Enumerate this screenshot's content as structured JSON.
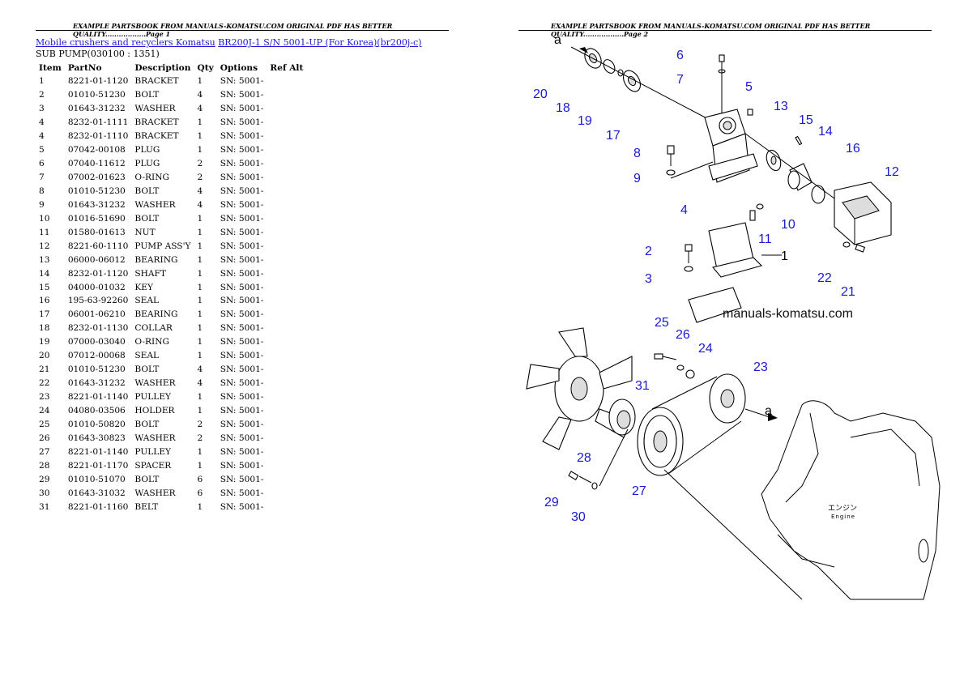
{
  "header": {
    "left": "EXAMPLE PARTSBOOK FROM MANUALS-KOMATSU.COM ORIGINAL PDF HAS BETTER QUALITY..................Page 1",
    "right": "EXAMPLE PARTSBOOK FROM MANUALS-KOMATSU.COM ORIGINAL PDF HAS BETTER QUALITY..................Page 2"
  },
  "breadcrumb": {
    "link1": "Mobile crushers and recyclers Komatsu",
    "link2": "BR200J-1 S/N 5001-UP (For Korea)(br200j-c)"
  },
  "subtitle": "SUB PUMP(030100 : 1351)",
  "table": {
    "headers": [
      "Item",
      "PartNo",
      "Description",
      "Qty",
      "Options",
      "Ref Alt"
    ],
    "rows": [
      [
        "1",
        "8221-01-1120",
        "BRACKET",
        "1",
        "SN: 5001-"
      ],
      [
        "2",
        "01010-51230",
        "BOLT",
        "4",
        "SN: 5001-"
      ],
      [
        "3",
        "01643-31232",
        "WASHER",
        "4",
        "SN: 5001-"
      ],
      [
        "4",
        "8232-01-1111",
        "BRACKET",
        "1",
        "SN: 5001-"
      ],
      [
        "4",
        "8232-01-1110",
        "BRACKET",
        "1",
        "SN: 5001-"
      ],
      [
        "5",
        "07042-00108",
        "PLUG",
        "1",
        "SN: 5001-"
      ],
      [
        "6",
        "07040-11612",
        "PLUG",
        "2",
        "SN: 5001-"
      ],
      [
        "7",
        "07002-01623",
        "O-RING",
        "2",
        "SN: 5001-"
      ],
      [
        "8",
        "01010-51230",
        "BOLT",
        "4",
        "SN: 5001-"
      ],
      [
        "9",
        "01643-31232",
        "WASHER",
        "4",
        "SN: 5001-"
      ],
      [
        "10",
        "01016-51690",
        "BOLT",
        "1",
        "SN: 5001-"
      ],
      [
        "11",
        "01580-01613",
        "NUT",
        "1",
        "SN: 5001-"
      ],
      [
        "12",
        "8221-60-1110",
        "PUMP ASS'Y",
        "1",
        "SN: 5001-"
      ],
      [
        "13",
        "06000-06012",
        "BEARING",
        "1",
        "SN: 5001-"
      ],
      [
        "14",
        "8232-01-1120",
        "SHAFT",
        "1",
        "SN: 5001-"
      ],
      [
        "15",
        "04000-01032",
        "KEY",
        "1",
        "SN: 5001-"
      ],
      [
        "16",
        "195-63-92260",
        "SEAL",
        "1",
        "SN: 5001-"
      ],
      [
        "17",
        "06001-06210",
        "BEARING",
        "1",
        "SN: 5001-"
      ],
      [
        "18",
        "8232-01-1130",
        "COLLAR",
        "1",
        "SN: 5001-"
      ],
      [
        "19",
        "07000-03040",
        "O-RING",
        "1",
        "SN: 5001-"
      ],
      [
        "20",
        "07012-00068",
        "SEAL",
        "1",
        "SN: 5001-"
      ],
      [
        "21",
        "01010-51230",
        "BOLT",
        "4",
        "SN: 5001-"
      ],
      [
        "22",
        "01643-31232",
        "WASHER",
        "4",
        "SN: 5001-"
      ],
      [
        "23",
        "8221-01-1140",
        "PULLEY",
        "1",
        "SN: 5001-"
      ],
      [
        "24",
        "04080-03506",
        "HOLDER",
        "1",
        "SN: 5001-"
      ],
      [
        "25",
        "01010-50820",
        "BOLT",
        "2",
        "SN: 5001-"
      ],
      [
        "26",
        "01643-30823",
        "WASHER",
        "2",
        "SN: 5001-"
      ],
      [
        "27",
        "8221-01-1140",
        "PULLEY",
        "1",
        "SN: 5001-"
      ],
      [
        "28",
        "8221-01-1170",
        "SPACER",
        "1",
        "SN: 5001-"
      ],
      [
        "29",
        "01010-51070",
        "BOLT",
        "6",
        "SN: 5001-"
      ],
      [
        "30",
        "01643-31032",
        "WASHER",
        "6",
        "SN: 5001-"
      ],
      [
        "31",
        "8221-01-1160",
        "BELT",
        "1",
        "SN: 5001-"
      ]
    ]
  },
  "diagram": {
    "watermark": "manuals-komatsu.com",
    "engine_label_jp": "エンジン",
    "engine_label": "Engine",
    "arrow_label": "a",
    "callouts": [
      "1",
      "2",
      "3",
      "4",
      "5",
      "6",
      "7",
      "8",
      "9",
      "10",
      "11",
      "12",
      "13",
      "14",
      "15",
      "16",
      "17",
      "18",
      "19",
      "20",
      "21",
      "22",
      "23",
      "24",
      "25",
      "26",
      "27",
      "28",
      "29",
      "30",
      "31"
    ],
    "callout_color": "#1a1ad0"
  }
}
